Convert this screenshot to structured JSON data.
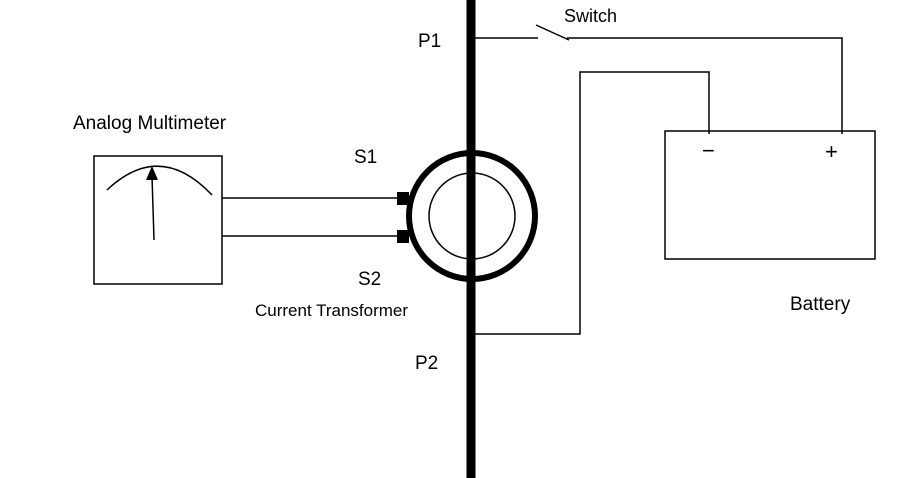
{
  "labels": {
    "switch": "Switch",
    "p1": "P1",
    "p2": "P2",
    "s1": "S1",
    "s2": "S2",
    "multimeter": "Analog Multimeter",
    "current_transformer": "Current Transformer",
    "battery": "Battery",
    "battery_negative": "−",
    "battery_positive": "+"
  },
  "icons": {
    "multimeter": "analog-meter-icon",
    "switch": "open-switch-symbol",
    "transformer": "toroid-ring"
  },
  "colors": {
    "line": "#000000",
    "background": "#ffffff"
  }
}
